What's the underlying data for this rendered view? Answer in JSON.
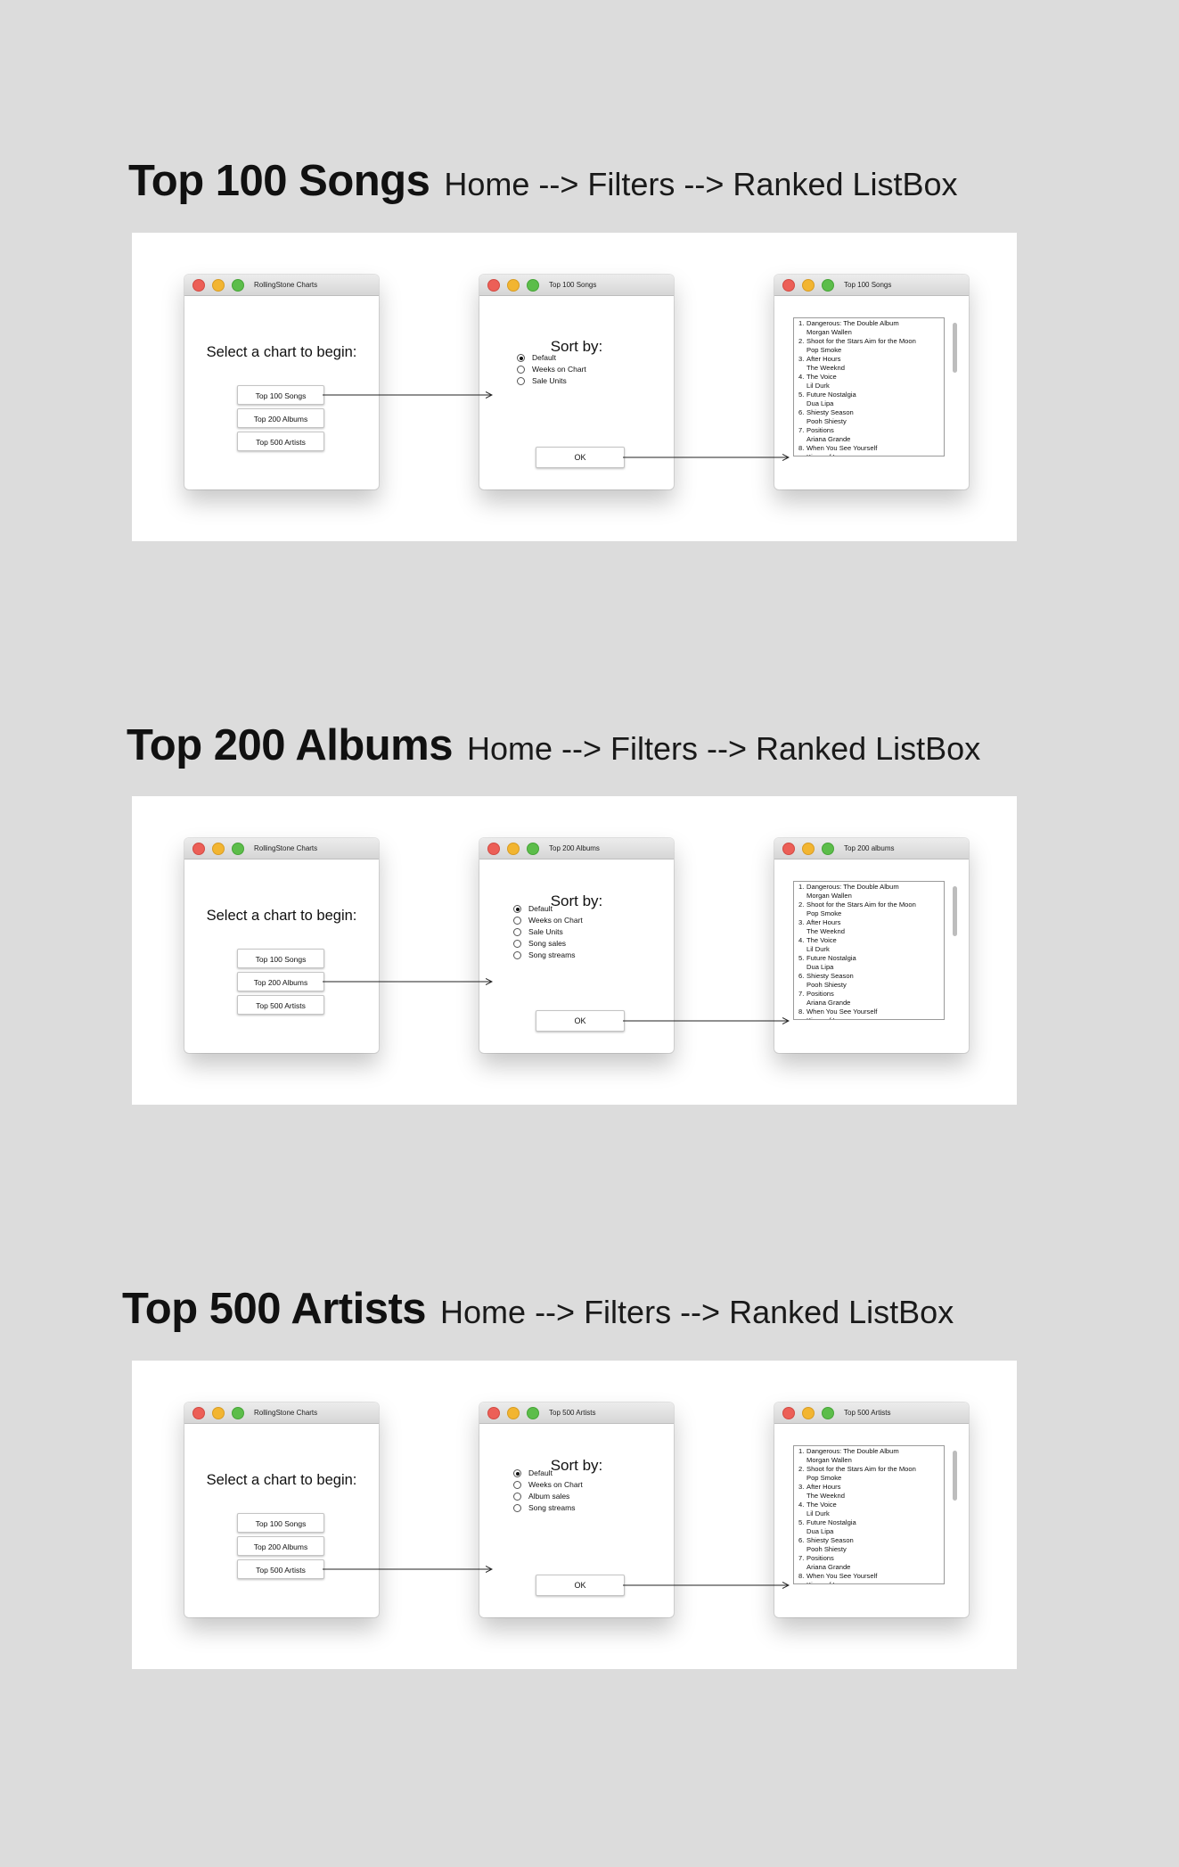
{
  "window_title_home": "RollingStone Charts",
  "home_prompt": "Select a chart to begin:",
  "home_buttons": [
    "Top 100 Songs",
    "Top 200 Albums",
    "Top 500 Artists"
  ],
  "sort_title": "Sort by:",
  "ok_label": "OK",
  "flow_text": "Home --> Filters --> Ranked ListBox",
  "ranked_list": [
    {
      "n": "1.",
      "t": "Dangerous: The Double Album"
    },
    {
      "n": "",
      "t": "Morgan Wallen"
    },
    {
      "n": "2.",
      "t": "Shoot for the Stars Aim for the Moon"
    },
    {
      "n": "",
      "t": "Pop Smoke"
    },
    {
      "n": "3.",
      "t": "After Hours"
    },
    {
      "n": "",
      "t": "The Weeknd"
    },
    {
      "n": "4.",
      "t": "The Voice"
    },
    {
      "n": "",
      "t": "Lil Durk"
    },
    {
      "n": "5.",
      "t": "Future Nostalgia"
    },
    {
      "n": "",
      "t": "Dua Lipa"
    },
    {
      "n": "6.",
      "t": "Shiesty Season"
    },
    {
      "n": "",
      "t": "Pooh Shiesty"
    },
    {
      "n": "7.",
      "t": "Positions"
    },
    {
      "n": "",
      "t": "Ariana Grande"
    },
    {
      "n": "8.",
      "t": "When You See Yourself"
    },
    {
      "n": "",
      "t": "Kings of Leon"
    }
  ],
  "sections": [
    {
      "title": "Top 100 Songs",
      "filters_window_title": "Top 100 Songs",
      "list_window_title": "Top 100 Songs",
      "selected_button": 0,
      "sort_options": [
        {
          "label": "Default",
          "selected": true
        },
        {
          "label": "Weeks on Chart",
          "selected": false
        },
        {
          "label": "Sale Units",
          "selected": false
        }
      ]
    },
    {
      "title": "Top 200 Albums",
      "filters_window_title": "Top 200 Albums",
      "list_window_title": "Top 200 albums",
      "selected_button": 1,
      "sort_options": [
        {
          "label": "Default",
          "selected": true
        },
        {
          "label": "Weeks on Chart",
          "selected": false
        },
        {
          "label": "Sale Units",
          "selected": false
        },
        {
          "label": "Song sales",
          "selected": false
        },
        {
          "label": "Song streams",
          "selected": false
        }
      ]
    },
    {
      "title": "Top 500 Artists",
      "filters_window_title": "Top 500 Artists",
      "list_window_title": "Top 500 Artists",
      "selected_button": 2,
      "sort_options": [
        {
          "label": "Default",
          "selected": true
        },
        {
          "label": "Weeks on Chart",
          "selected": false
        },
        {
          "label": "Album sales",
          "selected": false
        },
        {
          "label": "Song streams",
          "selected": false
        }
      ]
    }
  ]
}
